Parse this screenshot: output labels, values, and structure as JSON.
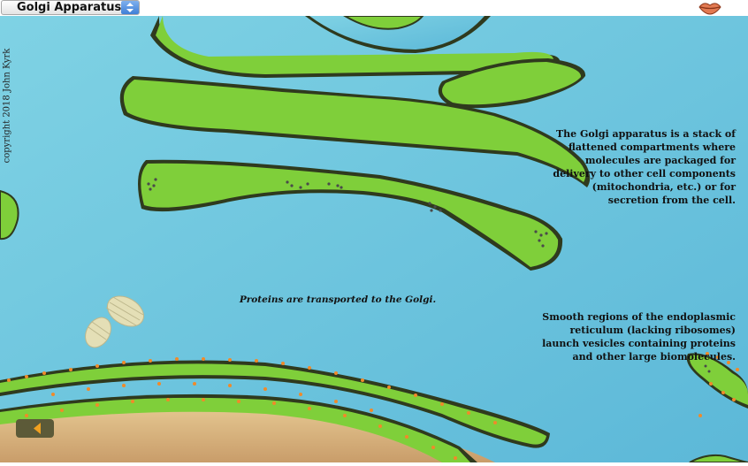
{
  "header": {
    "title": "Golgi Apparatus"
  },
  "labels": {
    "description": "The Golgi apparatus is a stack of flattened compartments where molecules are packaged for delivery to other cell components (mitochondria, etc.) or for secretion from the cell.",
    "smooth_er": "Smooth regions of the endoplasmic reticulum (lacking ribosomes) launch vesicles containing proteins and other large biomolecules.",
    "transport": "Proteins are transported to the Golgi.",
    "copyright": "copyright 2018 John Kyrk"
  },
  "icons": {
    "title_stepper": "up-down-arrows-icon",
    "logo": "lips-icon",
    "back": "back-arrow-icon"
  },
  "colors": {
    "background": "#6cc4dc",
    "membrane": "#7fcf3a",
    "nucleus": "#d6b27f",
    "ribosome": "#f08a2a",
    "button": "#5c5a38"
  }
}
